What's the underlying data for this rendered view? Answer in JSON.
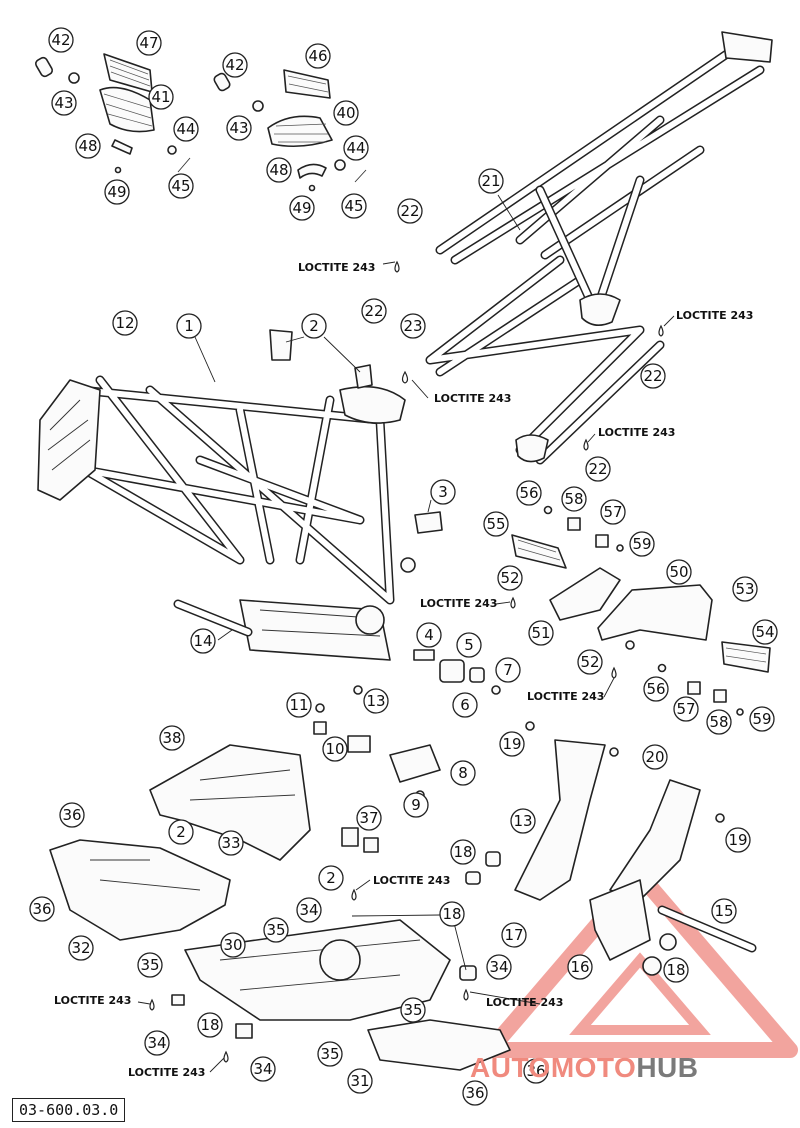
{
  "document_ref": "03-600.03.0",
  "watermark": {
    "part1": "AUTOMOTO",
    "part2": "HUB",
    "color_primary": "#e85a4f",
    "color_secondary": "#777777"
  },
  "loctite_label": "LOCTITE 243",
  "callouts": [
    {
      "id": "c42a",
      "n": "42"
    },
    {
      "id": "c47",
      "n": "47"
    },
    {
      "id": "c43a",
      "n": "43"
    },
    {
      "id": "c41",
      "n": "41"
    },
    {
      "id": "c44a",
      "n": "44"
    },
    {
      "id": "c48a",
      "n": "48"
    },
    {
      "id": "c45a",
      "n": "45"
    },
    {
      "id": "c49a",
      "n": "49"
    },
    {
      "id": "c42b",
      "n": "42"
    },
    {
      "id": "c46",
      "n": "46"
    },
    {
      "id": "c43b",
      "n": "43"
    },
    {
      "id": "c40",
      "n": "40"
    },
    {
      "id": "c48b",
      "n": "48"
    },
    {
      "id": "c44b",
      "n": "44"
    },
    {
      "id": "c49b",
      "n": "49"
    },
    {
      "id": "c45b",
      "n": "45"
    },
    {
      "id": "c21",
      "n": "21"
    },
    {
      "id": "c22a",
      "n": "22"
    },
    {
      "id": "c12",
      "n": "12"
    },
    {
      "id": "c1",
      "n": "1"
    },
    {
      "id": "c2a",
      "n": "2"
    },
    {
      "id": "c22b",
      "n": "22"
    },
    {
      "id": "c23",
      "n": "23"
    },
    {
      "id": "c22c",
      "n": "22"
    },
    {
      "id": "c22d",
      "n": "22"
    },
    {
      "id": "c3",
      "n": "3"
    },
    {
      "id": "c56a",
      "n": "56"
    },
    {
      "id": "c58a",
      "n": "58"
    },
    {
      "id": "c55",
      "n": "55"
    },
    {
      "id": "c57a",
      "n": "57"
    },
    {
      "id": "c59a",
      "n": "59"
    },
    {
      "id": "c50",
      "n": "50"
    },
    {
      "id": "c52a",
      "n": "52"
    },
    {
      "id": "c53",
      "n": "53"
    },
    {
      "id": "c51",
      "n": "51"
    },
    {
      "id": "c54",
      "n": "54"
    },
    {
      "id": "c14",
      "n": "14"
    },
    {
      "id": "c4",
      "n": "4"
    },
    {
      "id": "c5",
      "n": "5"
    },
    {
      "id": "c52b",
      "n": "52"
    },
    {
      "id": "c7",
      "n": "7"
    },
    {
      "id": "c6",
      "n": "6"
    },
    {
      "id": "c56b",
      "n": "56"
    },
    {
      "id": "c57b",
      "n": "57"
    },
    {
      "id": "c58b",
      "n": "58"
    },
    {
      "id": "c59b",
      "n": "59"
    },
    {
      "id": "c11",
      "n": "11"
    },
    {
      "id": "c13a",
      "n": "13"
    },
    {
      "id": "c10",
      "n": "10"
    },
    {
      "id": "c38",
      "n": "38"
    },
    {
      "id": "c19a",
      "n": "19"
    },
    {
      "id": "c20",
      "n": "20"
    },
    {
      "id": "c8",
      "n": "8"
    },
    {
      "id": "c9",
      "n": "9"
    },
    {
      "id": "c36a",
      "n": "36"
    },
    {
      "id": "c2b",
      "n": "2"
    },
    {
      "id": "c33",
      "n": "33"
    },
    {
      "id": "c37",
      "n": "37"
    },
    {
      "id": "c13b",
      "n": "13"
    },
    {
      "id": "c19b",
      "n": "19"
    },
    {
      "id": "c18a",
      "n": "18"
    },
    {
      "id": "c2c",
      "n": "2"
    },
    {
      "id": "c36b",
      "n": "36"
    },
    {
      "id": "c34a",
      "n": "34"
    },
    {
      "id": "c18b",
      "n": "18"
    },
    {
      "id": "c15",
      "n": "15"
    },
    {
      "id": "c35a",
      "n": "35"
    },
    {
      "id": "c17",
      "n": "17"
    },
    {
      "id": "c32",
      "n": "32"
    },
    {
      "id": "c30",
      "n": "30"
    },
    {
      "id": "c35b",
      "n": "35"
    },
    {
      "id": "c34b",
      "n": "34"
    },
    {
      "id": "c16",
      "n": "16"
    },
    {
      "id": "c18c",
      "n": "18"
    },
    {
      "id": "c18d",
      "n": "18"
    },
    {
      "id": "c35c",
      "n": "35"
    },
    {
      "id": "c34c",
      "n": "34"
    },
    {
      "id": "c34d",
      "n": "34"
    },
    {
      "id": "c35d",
      "n": "35"
    },
    {
      "id": "c36c",
      "n": "36"
    },
    {
      "id": "c31",
      "n": "31"
    },
    {
      "id": "c36d",
      "n": "36"
    }
  ]
}
